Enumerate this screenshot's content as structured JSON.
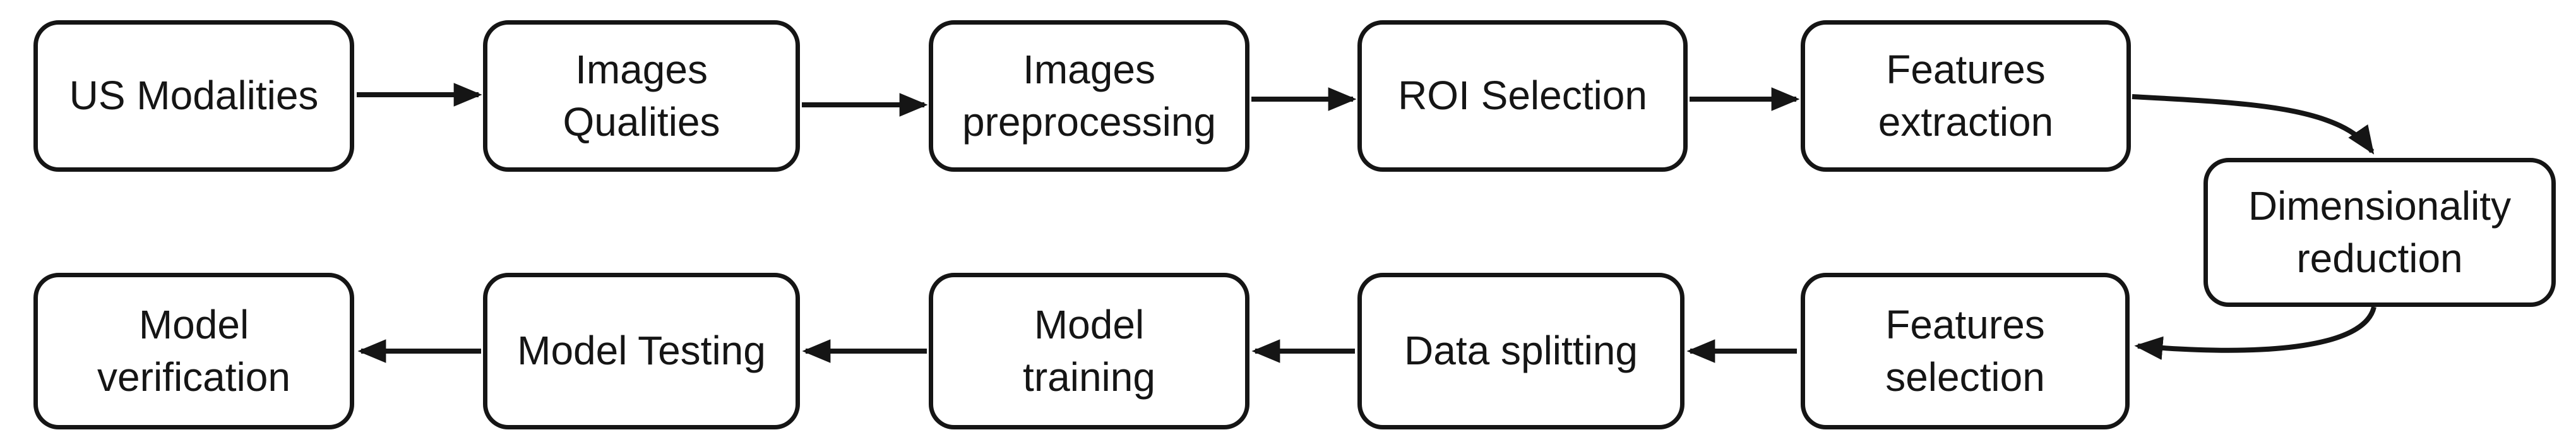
{
  "colors": {
    "stroke": "#151515",
    "text": "#151515",
    "background": "#ffffff"
  },
  "nodes": [
    {
      "id": "us-modalities",
      "label": "US Modalities"
    },
    {
      "id": "images-qualities",
      "label": "Images\nQualities"
    },
    {
      "id": "images-preprocessing",
      "label": "Images\npreprocessing"
    },
    {
      "id": "roi-selection",
      "label": "ROI Selection"
    },
    {
      "id": "features-extraction",
      "label": "Features\nextraction"
    },
    {
      "id": "dimensionality-reduction",
      "label": "Dimensionality\nreduction"
    },
    {
      "id": "features-selection",
      "label": "Features\nselection"
    },
    {
      "id": "data-splitting",
      "label": "Data splitting"
    },
    {
      "id": "model-training",
      "label": "Model\ntraining"
    },
    {
      "id": "model-testing",
      "label": "Model Testing"
    },
    {
      "id": "model-verification",
      "label": "Model\nverification"
    }
  ],
  "edges": [
    {
      "from": "us-modalities",
      "to": "images-qualities"
    },
    {
      "from": "images-qualities",
      "to": "images-preprocessing"
    },
    {
      "from": "images-preprocessing",
      "to": "roi-selection"
    },
    {
      "from": "roi-selection",
      "to": "features-extraction"
    },
    {
      "from": "features-extraction",
      "to": "dimensionality-reduction"
    },
    {
      "from": "dimensionality-reduction",
      "to": "features-selection"
    },
    {
      "from": "features-selection",
      "to": "data-splitting"
    },
    {
      "from": "data-splitting",
      "to": "model-training"
    },
    {
      "from": "model-training",
      "to": "model-testing"
    },
    {
      "from": "model-testing",
      "to": "model-verification"
    }
  ]
}
